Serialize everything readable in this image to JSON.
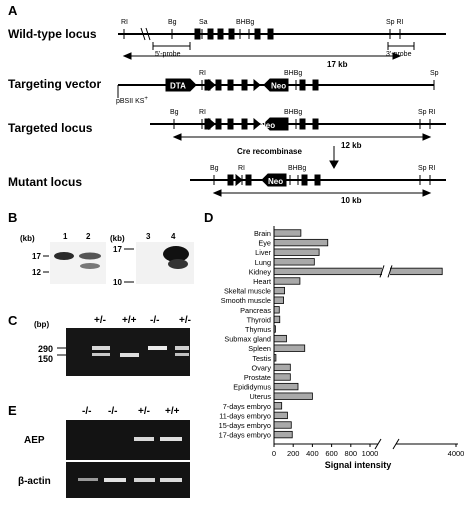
{
  "panel_a": {
    "letter": "A",
    "loci": [
      {
        "name": "Wild-type locus"
      },
      {
        "name": "Targeting vector"
      },
      {
        "name": "Targeted locus"
      },
      {
        "name": "Mutant locus"
      }
    ],
    "sites": {
      "ri": "RI",
      "bg": "Bg",
      "sa": "Sa",
      "bhbg": "BHBg",
      "sp": "Sp",
      "sp_ri": "Sp RI"
    },
    "probe5": "5'-probe",
    "probe3": "3'-probe",
    "dta": "DTA",
    "neo": "Neo",
    "pbs": "pBSII KS",
    "pbs_sup": "+",
    "cre": "Cre recombinase",
    "size_wt": "17 kb",
    "size_tg": "12 kb",
    "size_mut": "10 kb"
  },
  "panel_b": {
    "letter": "B",
    "kb": "(kb)",
    "lanes": [
      "1",
      "2",
      "3",
      "4"
    ],
    "markers_left": [
      "17",
      "12"
    ],
    "markers_right": [
      "17",
      "10"
    ]
  },
  "panel_c": {
    "letter": "C",
    "bp": "(bp)",
    "lanes": [
      "+/-",
      "+/+",
      "-/-",
      "+/-"
    ],
    "markers": [
      "290",
      "150"
    ]
  },
  "panel_e": {
    "letter": "E",
    "lanes": [
      "-/-",
      "-/-",
      "+/-",
      "+/+"
    ],
    "rows": [
      "AEP",
      "β-actin"
    ]
  },
  "panel_d": {
    "letter": "D",
    "chart_data": {
      "type": "bar",
      "orientation": "horizontal",
      "xlabel": "Signal intensity",
      "x_axis_break": [
        1000,
        3000
      ],
      "xticks": [
        "0",
        "200",
        "400",
        "600",
        "800",
        "1000",
        "4000"
      ],
      "categories": [
        "Brain",
        "Eye",
        "Liver",
        "Lung",
        "Kidney",
        "Heart",
        "Skeltal muscle",
        "Smooth muscle",
        "Pancreas",
        "Thyroid",
        "Thymus",
        "Submax gland",
        "Spleen",
        "Testis",
        "Ovary",
        "Prostate",
        "Epididymus",
        "Uterus",
        "7-days embryo",
        "11-days embryo",
        "15-days embryo",
        "17-days embryo"
      ],
      "values": [
        280,
        560,
        470,
        420,
        3700,
        270,
        110,
        100,
        55,
        60,
        15,
        130,
        320,
        20,
        170,
        170,
        250,
        400,
        80,
        140,
        180,
        190
      ],
      "bar_color": "#a9a9a9"
    }
  }
}
